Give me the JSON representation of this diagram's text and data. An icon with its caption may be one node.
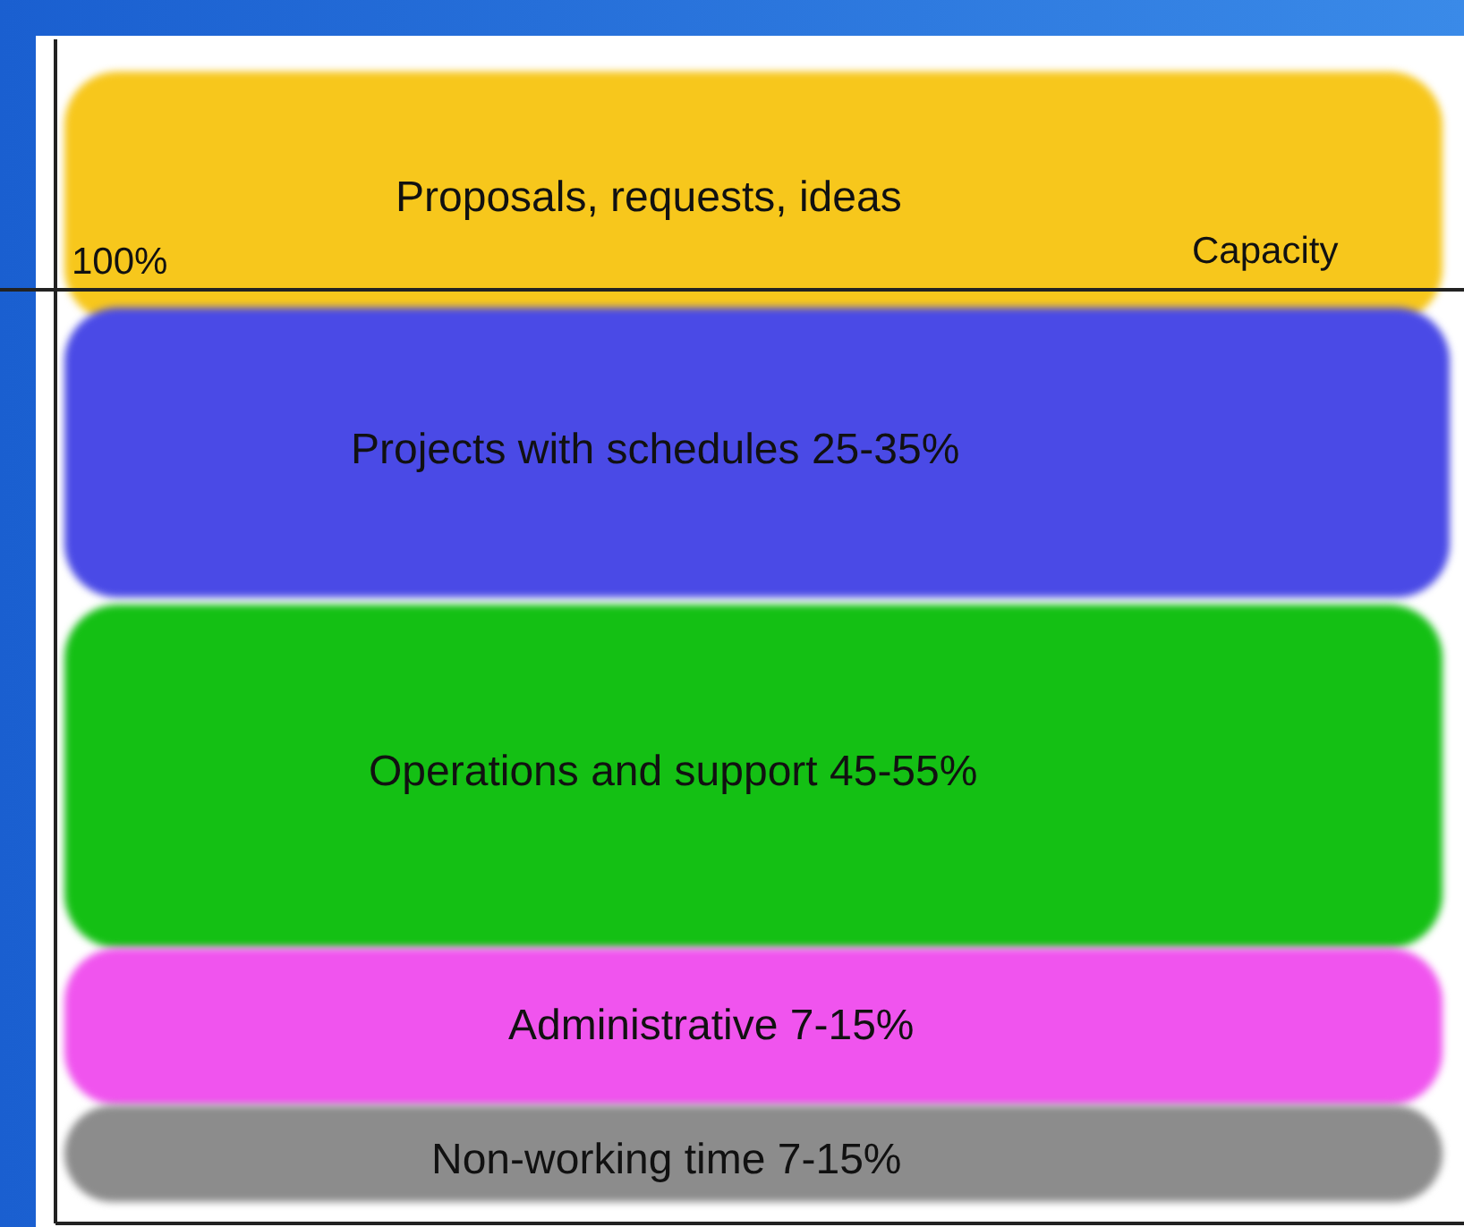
{
  "diagram": {
    "nodes": [
      {
        "text": [
          "Proposals, requests, ideas"
        ]
      },
      {
        "text": [
          "Projects with schedules 25-35%"
        ]
      },
      {
        "text": [
          "Operations and support 45-55%"
        ]
      },
      {
        "text": [
          "Administrative 7-15%"
        ]
      },
      {
        "text": [
          "Non-working time 7-15%"
        ]
      }
    ],
    "labels": [
      "100%",
      "Capacity"
    ]
  }
}
